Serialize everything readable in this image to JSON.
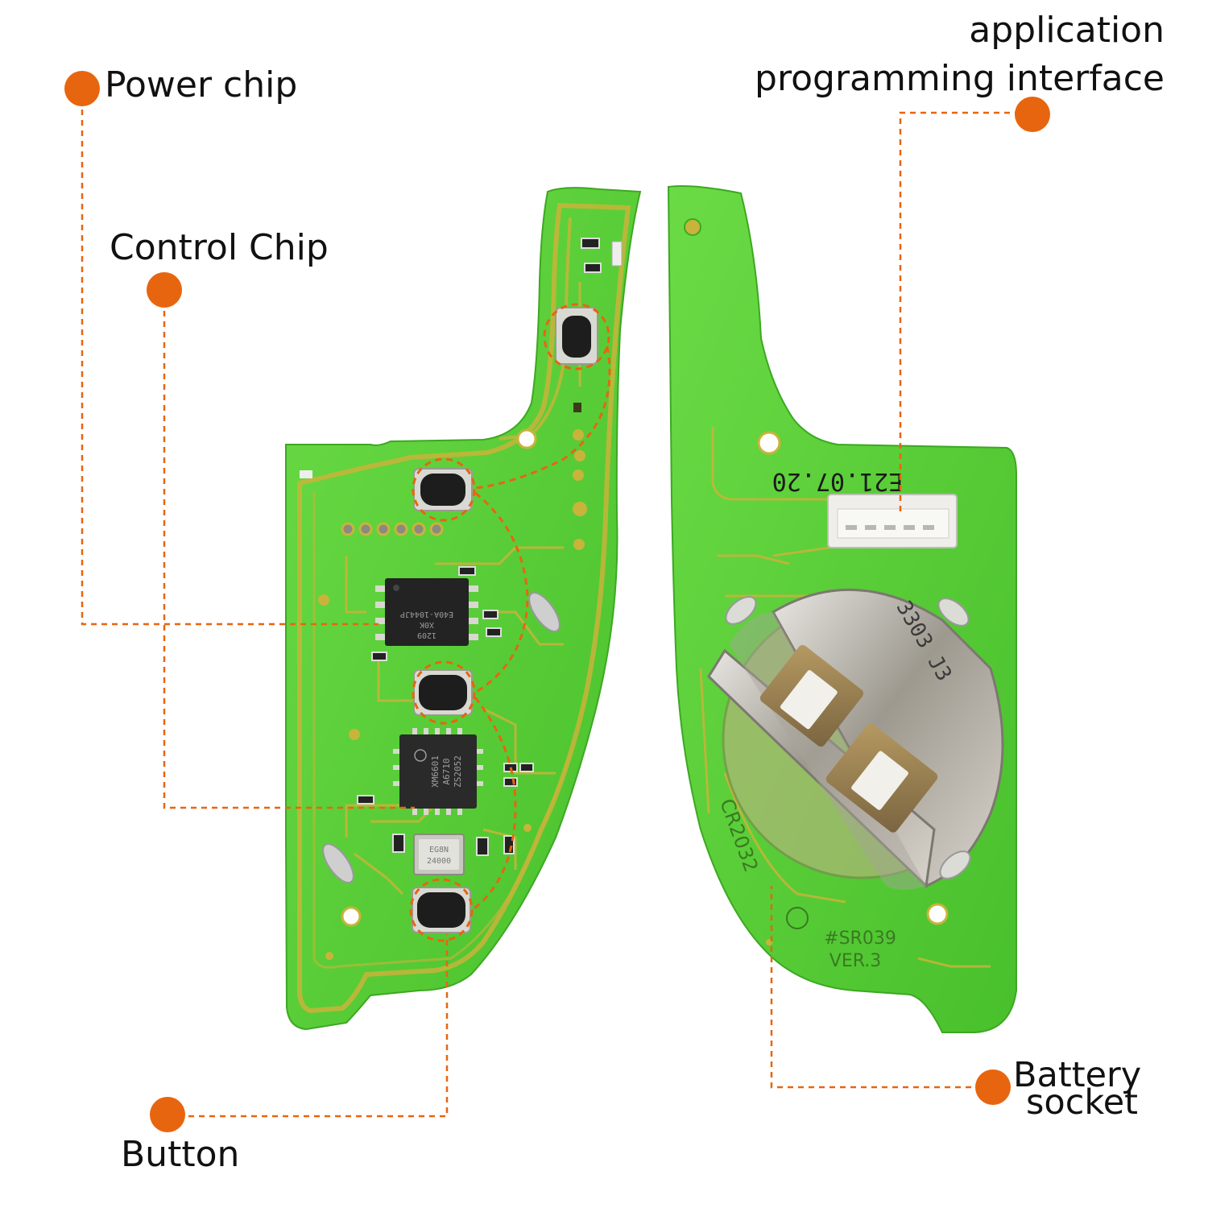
{
  "callouts": {
    "power_chip": "Power chip",
    "control_chip": "Control Chip",
    "button": "Button",
    "api_line1": "application",
    "api_line2": "programming interface",
    "battery_line1": "Battery",
    "battery_line2": "socket"
  },
  "board_front": {
    "chip_top": [
      "E40A-1044JP",
      "X0K",
      "1209"
    ],
    "chip_main": [
      "XM6601",
      "A6710",
      "ZS2052"
    ],
    "crystal": [
      "EG8N",
      "24000"
    ]
  },
  "board_back": {
    "date_code": "E21.07.20",
    "battery_type": "CR2032",
    "model": "#SR039",
    "version": "VER.3",
    "holder_mark": "3303 J3"
  },
  "colors": {
    "callout_dot": "#E8650F",
    "leader_line": "#E8650F",
    "pcb_green": "#5BD239",
    "trace_gold": "#C8B43A",
    "button_black": "#1D1D1D",
    "metal": "#B8B4AC"
  }
}
